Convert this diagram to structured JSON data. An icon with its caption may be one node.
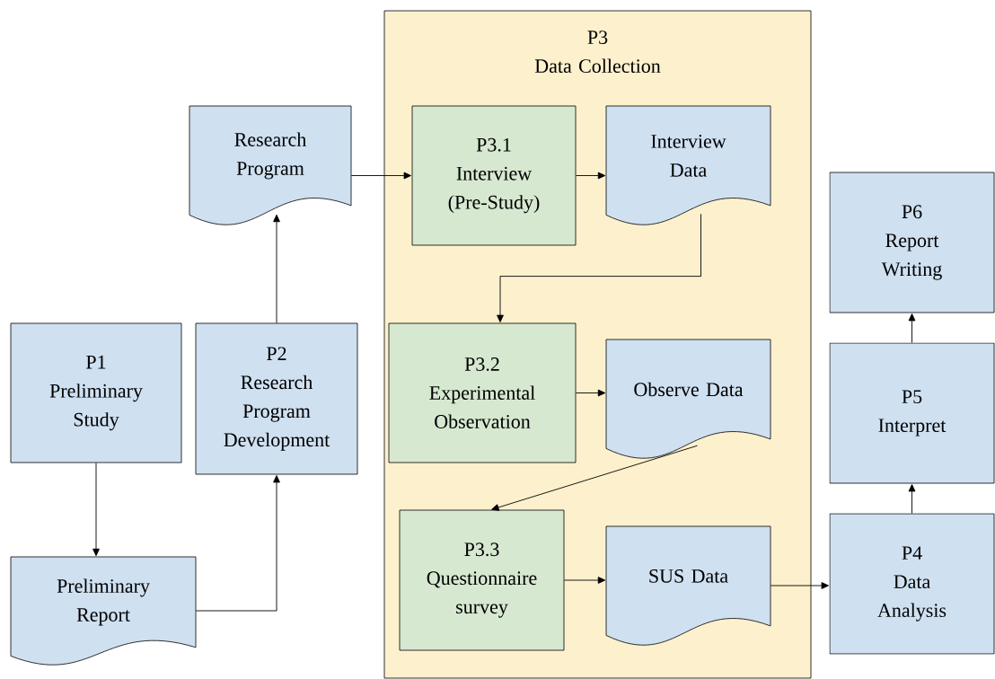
{
  "diagram": {
    "nodes": [
      {
        "text": [
          "P3",
          "Data Collection"
        ]
      },
      {
        "text": [
          "Research Program"
        ]
      },
      {
        "text": [
          "P3.1",
          "Interview (Pre-Study)"
        ],
        "in": 0
      },
      {
        "text": [
          "Interview Data"
        ],
        "in": 0
      },
      {
        "text": [
          "P6",
          "Report Writing"
        ]
      },
      {
        "text": [
          "P1",
          "Preliminary Study"
        ]
      },
      {
        "text": [
          "P2",
          "Research Program Development"
        ]
      },
      {
        "text": [
          "P3.2",
          "Experimental Observation"
        ],
        "in": 0
      },
      {
        "text": [
          "Observe Data"
        ],
        "in": 0
      },
      {
        "text": [
          "P5",
          "Interpret"
        ]
      },
      {
        "text": [
          "P3.3",
          "Questionnaire survey"
        ],
        "in": 0
      },
      {
        "text": [
          "SUS Data"
        ],
        "in": 0
      },
      {
        "text": [
          "P4",
          "Data Analysis"
        ]
      },
      {
        "text": [
          "Preliminary Report"
        ]
      }
    ],
    "edges": [
      {
        "from": 5,
        "to": 13,
        "arrow": "to"
      },
      {
        "from": 13,
        "to": 6,
        "arrow": "to"
      },
      {
        "from": 6,
        "to": 1,
        "arrow": "to"
      },
      {
        "from": 1,
        "to": 2,
        "arrow": "to"
      },
      {
        "from": 2,
        "to": 3,
        "arrow": "to"
      },
      {
        "from": 3,
        "to": 7,
        "arrow": "to"
      },
      {
        "from": 7,
        "to": 8,
        "arrow": "to"
      },
      {
        "from": 8,
        "to": 10,
        "arrow": "to"
      },
      {
        "from": 10,
        "to": 11,
        "arrow": "to"
      },
      {
        "from": 11,
        "to": 12,
        "arrow": "to"
      },
      {
        "from": 12,
        "to": 9,
        "arrow": "to"
      },
      {
        "from": 9,
        "to": 4,
        "arrow": "to"
      }
    ]
  }
}
